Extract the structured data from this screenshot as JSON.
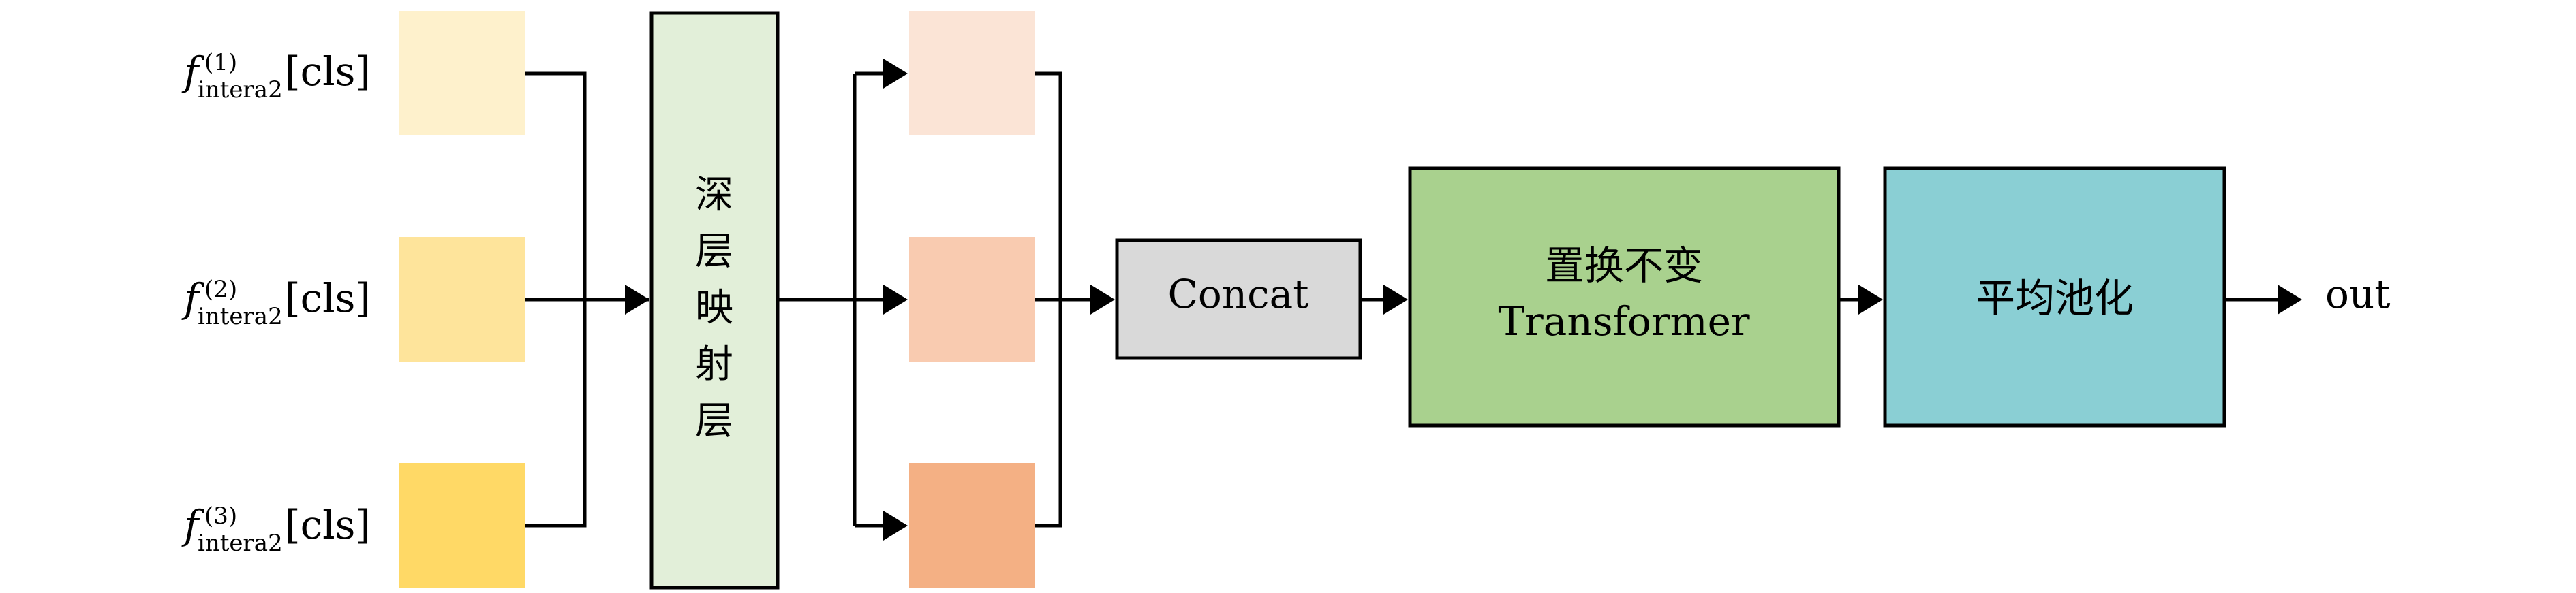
{
  "inputs": [
    {
      "var": "f",
      "sup": "(1)",
      "sub": "intera2",
      "suffix": "[cls]",
      "color": "#FEF1CC"
    },
    {
      "var": "f",
      "sup": "(2)",
      "sub": "intera2",
      "suffix": "[cls]",
      "color": "#FEE49B"
    },
    {
      "var": "f",
      "sup": "(3)",
      "sub": "intera2",
      "suffix": "[cls]",
      "color": "#FFD966"
    }
  ],
  "mapping_layer": {
    "chars": [
      "深",
      "层",
      "映",
      "射",
      "层"
    ],
    "fill": "#E2EFD9"
  },
  "mapped_tokens": [
    {
      "color": "#FBE4D6"
    },
    {
      "color": "#F9CBB0"
    },
    {
      "color": "#F4B084"
    }
  ],
  "concat": {
    "label": "Concat",
    "fill": "#D9D9D9"
  },
  "transformer": {
    "line1": "置换不变",
    "line2": "Transformer",
    "fill": "#A9D18E"
  },
  "pooling": {
    "label": "平均池化",
    "fill": "#8ACFD4"
  },
  "output": {
    "label": "out"
  }
}
